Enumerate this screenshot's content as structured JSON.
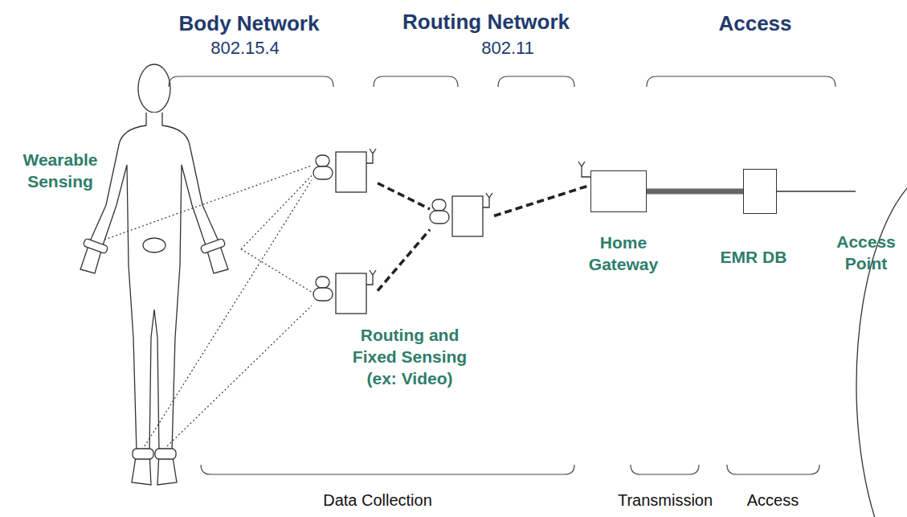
{
  "diagram": {
    "nodes": [
      {
        "text": [
          "Wearable Sensing"
        ]
      },
      {
        "text": []
      },
      {
        "text": [
          "Routing and Fixed Sensing (ex: Video)"
        ]
      },
      {
        "text": []
      },
      {
        "text": [
          "Home Gateway"
        ]
      },
      {
        "text": [
          "EMR DB"
        ]
      },
      {
        "text": [
          "Access Point"
        ]
      }
    ],
    "edges": [
      {
        "from": 0,
        "to": 1,
        "arrow": "none"
      },
      {
        "from": 0,
        "to": 2,
        "arrow": "none"
      },
      {
        "from": 1,
        "to": 3,
        "arrow": "none"
      },
      {
        "from": 2,
        "to": 3,
        "arrow": "none"
      },
      {
        "from": 3,
        "to": 4,
        "arrow": "none"
      },
      {
        "from": 4,
        "to": 5,
        "arrow": "none"
      },
      {
        "from": 5,
        "to": 6,
        "arrow": "none"
      }
    ],
    "labels": [
      "Body Network",
      "802.15.4",
      "Routing Network",
      "802.11",
      "Access",
      "Data Collection",
      "Transmission",
      "Access"
    ]
  }
}
